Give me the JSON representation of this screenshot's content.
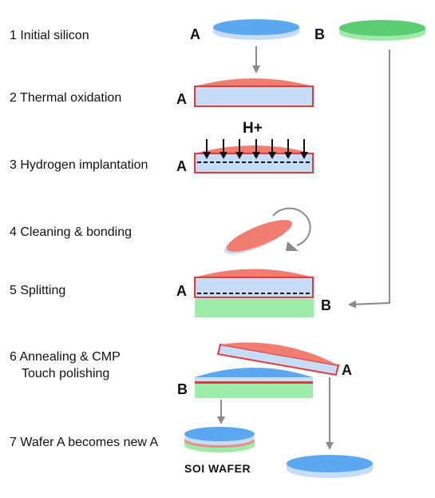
{
  "steps": [
    {
      "number": "1",
      "label": "Initial silicon"
    },
    {
      "number": "2",
      "label": "Thermal oxidation"
    },
    {
      "number": "3",
      "label": "Hydrogen implantation"
    },
    {
      "number": "4",
      "label": "Cleaning & bonding"
    },
    {
      "number": "5",
      "label": "Splitting"
    },
    {
      "number": "6",
      "label": "Annealing & CMP"
    },
    {
      "number": "",
      "label": "Touch polishing"
    },
    {
      "number": "7",
      "label": "Wafer A becomes new A"
    }
  ],
  "wafer_labels": {
    "a": "A",
    "b": "B"
  },
  "implant_label": "H+",
  "product_label": "SOI WAFER",
  "colors": {
    "wafer_a_top": "#5ba8f0",
    "wafer_a_side": "#c7dcf7",
    "wafer_b_top": "#5ccc72",
    "wafer_b_side": "#9eeaa9",
    "oxide": "#f07d70",
    "oxide_border": "#e03a3a",
    "arrow": "#8a8a8a"
  }
}
